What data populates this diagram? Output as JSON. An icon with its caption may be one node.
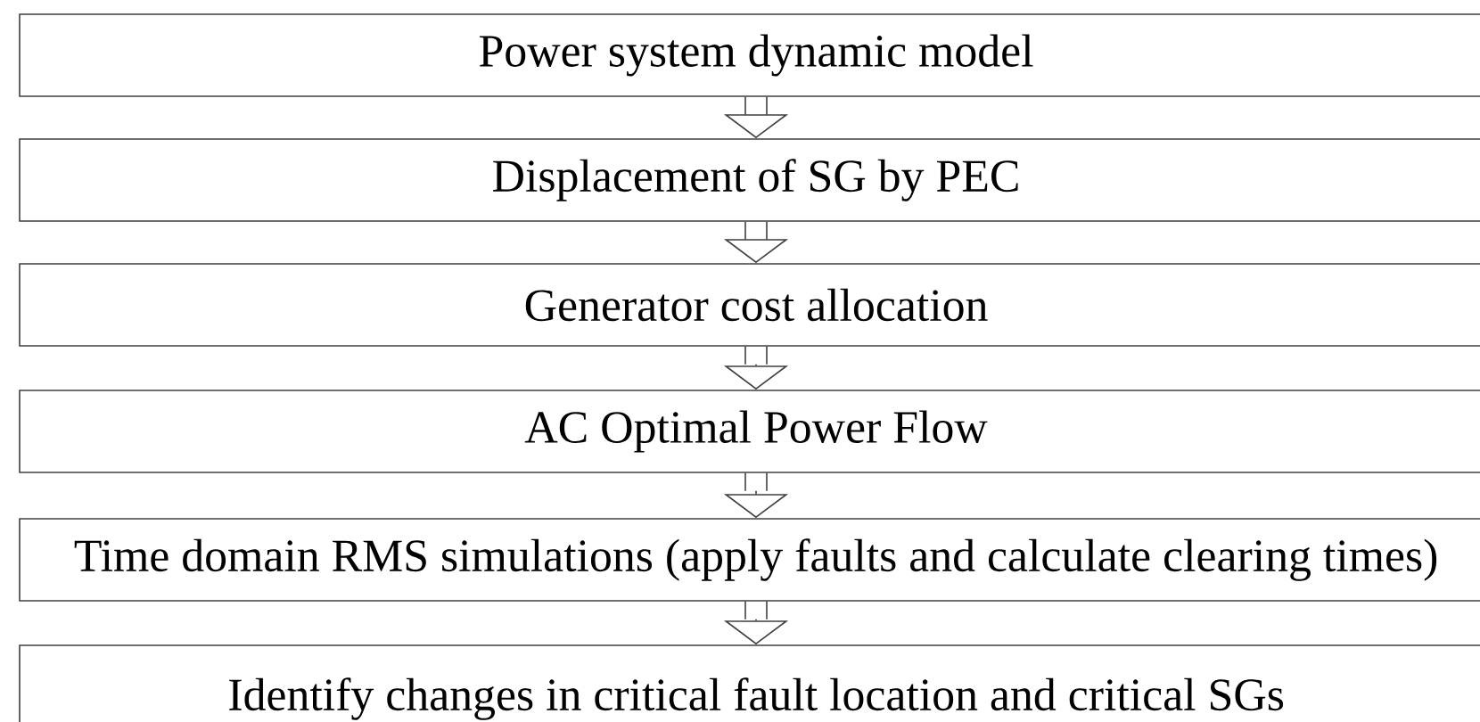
{
  "diagram": {
    "nodes": [
      {
        "text": [
          "Power system dynamic model"
        ]
      },
      {
        "text": [
          "Displacement of SG by PEC"
        ]
      },
      {
        "text": [
          "Generator cost allocation"
        ]
      },
      {
        "text": [
          "AC Optimal Power Flow"
        ]
      },
      {
        "text": [
          "Time domain RMS simulations (apply faults and calculate clearing times)"
        ]
      },
      {
        "text": [
          "Identify changes in critical fault location and critical SGs"
        ]
      }
    ],
    "edges": [
      {
        "from": 0,
        "to": 1,
        "arrow": "to"
      },
      {
        "from": 1,
        "to": 2,
        "arrow": "to"
      },
      {
        "from": 2,
        "to": 3,
        "arrow": "to"
      },
      {
        "from": 3,
        "to": 4,
        "arrow": "to"
      },
      {
        "from": 4,
        "to": 5,
        "arrow": "to"
      }
    ]
  }
}
